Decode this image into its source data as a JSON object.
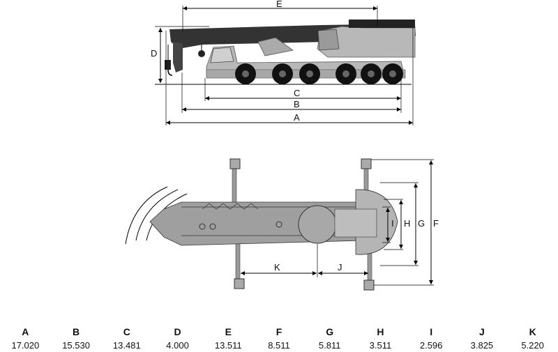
{
  "side_view": {
    "labels": {
      "E": "E",
      "D": "D",
      "C": "C",
      "B": "B",
      "A": "A"
    }
  },
  "top_view": {
    "labels": {
      "F": "F",
      "G": "G",
      "H": "H",
      "I": "I",
      "J": "J",
      "K": "K"
    }
  },
  "specs": [
    {
      "key": "A",
      "value": "17.020"
    },
    {
      "key": "B",
      "value": "15.530"
    },
    {
      "key": "C",
      "value": "13.481"
    },
    {
      "key": "D",
      "value": "4.000"
    },
    {
      "key": "E",
      "value": "13.511"
    },
    {
      "key": "F",
      "value": "8.511"
    },
    {
      "key": "G",
      "value": "5.811"
    },
    {
      "key": "H",
      "value": "3.511"
    },
    {
      "key": "I",
      "value": "2.596"
    },
    {
      "key": "J",
      "value": "3.825"
    },
    {
      "key": "K",
      "value": "5.220"
    }
  ],
  "colors": {
    "boom": "#333333",
    "body": "#b8b8b8",
    "tire": "#111111",
    "line": "#000000"
  }
}
